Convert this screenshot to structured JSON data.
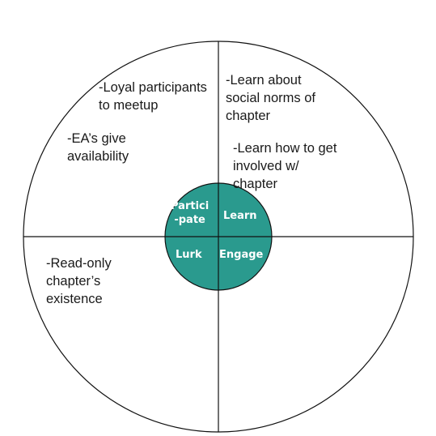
{
  "colors": {
    "line": "#111111",
    "center_fill": "#2a9a8e",
    "inner_text": "#ffffff",
    "note_text": "#1a1a1a"
  },
  "center": {
    "q_top_left": "Partici\n-pate",
    "q_top_right": "Learn",
    "q_bottom_left": "Lurk",
    "q_bottom_right": "Engage"
  },
  "notes": {
    "loyal": "-Loyal participants\nto meetup",
    "ea_availability": "-EA’s give\navailability",
    "social_norms": "-Learn about\nsocial norms of\nchapter",
    "get_involved": "-Learn how to get\ninvolved w/\nchapter",
    "read_only": "-Read-only\nchapter’s\nexistence"
  }
}
